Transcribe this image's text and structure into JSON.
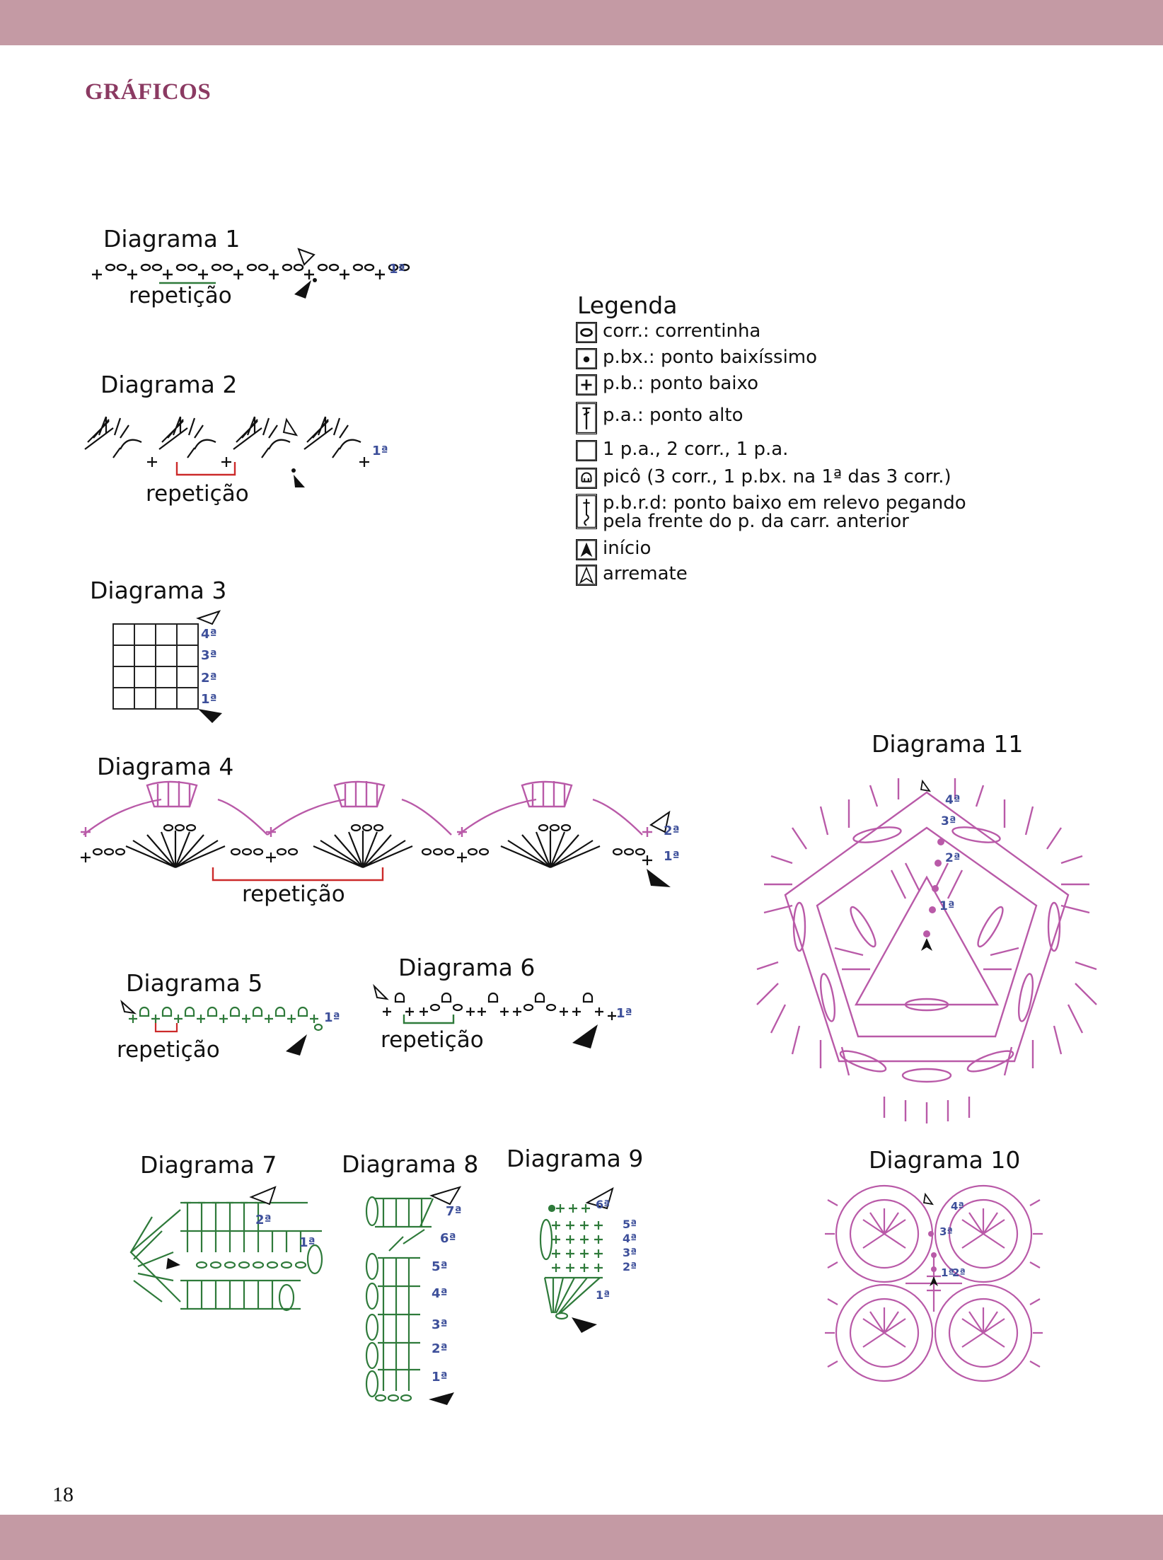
{
  "page": {
    "section_title": "GRÁFICOS",
    "page_number": "18",
    "band_color": "#c49aa4",
    "title_color": "#8b3a62"
  },
  "colors": {
    "black": "#111111",
    "pink": "#b95aa8",
    "green": "#2e7a3a",
    "red": "#cc2a2a",
    "row_number_blue": "#3d4f9a"
  },
  "diagrams": {
    "d1": {
      "title": "Diagrama 1",
      "repeat_label": "repetição",
      "rows": [
        "1ª"
      ]
    },
    "d2": {
      "title": "Diagrama 2",
      "repeat_label": "repetição",
      "rows": [
        "1ª"
      ]
    },
    "d3": {
      "title": "Diagrama 3",
      "rows": [
        "4ª",
        "3ª",
        "2ª",
        "1ª"
      ]
    },
    "d4": {
      "title": "Diagrama 4",
      "repeat_label": "repetição",
      "rows": [
        "2ª",
        "1ª"
      ]
    },
    "d5": {
      "title": "Diagrama 5",
      "repeat_label": "repetição",
      "rows": [
        "1ª"
      ]
    },
    "d6": {
      "title": "Diagrama 6",
      "repeat_label": "repetição",
      "rows": [
        "1ª"
      ]
    },
    "d7": {
      "title": "Diagrama 7",
      "rows": [
        "2ª",
        "1ª"
      ]
    },
    "d8": {
      "title": "Diagrama 8",
      "rows": [
        "7ª",
        "6ª",
        "5ª",
        "4ª",
        "3ª",
        "2ª",
        "1ª"
      ]
    },
    "d9": {
      "title": "Diagrama 9",
      "rows": [
        "6ª",
        "5ª",
        "4ª",
        "3ª",
        "2ª",
        "1ª"
      ]
    },
    "d10": {
      "title": "Diagrama 10",
      "rows": [
        "4ª",
        "3ª",
        "2ª",
        "1ª"
      ]
    },
    "d11": {
      "title": "Diagrama 11",
      "rows": [
        "4ª",
        "3ª",
        "2ª",
        "1ª"
      ]
    }
  },
  "legend": {
    "title": "Legenda",
    "items": [
      {
        "icon": "chain-oval-icon",
        "text": "corr.: correntinha"
      },
      {
        "icon": "slip-stitch-dot-icon",
        "text": "p.bx.: ponto baixíssimo"
      },
      {
        "icon": "single-crochet-cross-icon",
        "text": "p.b.: ponto baixo"
      },
      {
        "icon": "double-crochet-icon",
        "text": "p.a.: ponto alto"
      },
      {
        "icon": "v-stitch-icon",
        "text": "1 p.a., 2 corr., 1 p.a."
      },
      {
        "icon": "picot-icon",
        "text": "picô (3 corr., 1 p.bx. na 1ª das 3 corr.)"
      },
      {
        "icon": "front-post-sc-icon",
        "text": "p.b.r.d: ponto baixo em relevo pegando",
        "text2": "pela frente do p. da carr. anterior"
      },
      {
        "icon": "start-arrow-icon",
        "text": "início"
      },
      {
        "icon": "finish-arrow-icon",
        "text": "arremate"
      }
    ]
  }
}
